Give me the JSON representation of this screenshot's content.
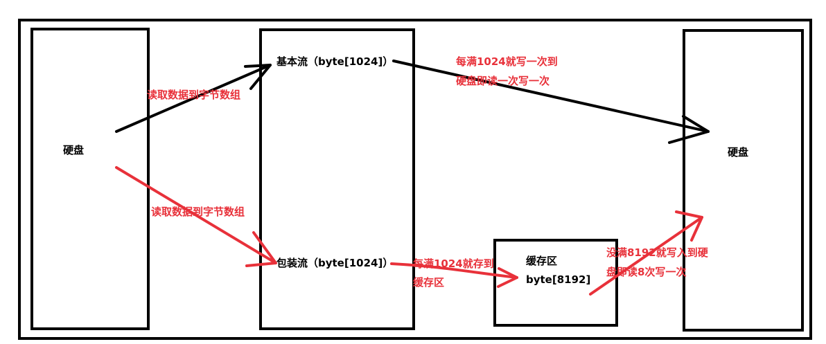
{
  "labels": {
    "disk_left": "硬盘",
    "disk_right": "硬盘",
    "basic_stream": "基本流（byte[1024]）",
    "wrapper_stream": "包装流（byte[1024]）",
    "buffer_title": "缓存区",
    "buffer_size": "byte[8192]",
    "read_top": "读取数据到字节数组",
    "read_bottom": "读取数据到字节数组",
    "write_top_line1": "每满1024就写一次到",
    "write_top_line2": "硬盘即读一次写一次",
    "store_line1": "每满1024就存到",
    "store_line2": "缓存区",
    "write_bottom_line1": "没满8192就写入到硬",
    "write_bottom_line2": "盘即读8次写一次"
  },
  "colors": {
    "black": "#000000",
    "red": "#e8313a"
  }
}
